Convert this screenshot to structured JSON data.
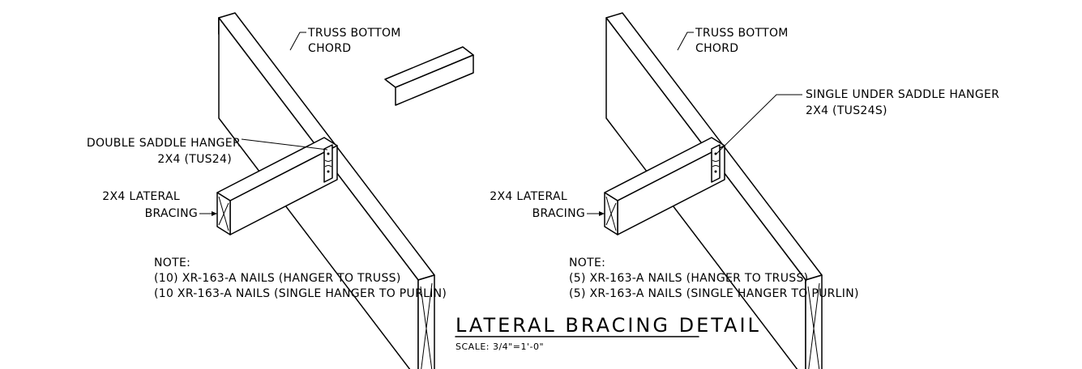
{
  "left_detail": {
    "label_chord_line1": "TRUSS BOTTOM",
    "label_chord_line2": "CHORD",
    "label_hanger_line1": "DOUBLE SADDLE HANGER",
    "label_hanger_line2": "2X4 (TUS24)",
    "label_bracing_line1": "2X4 LATERAL",
    "label_bracing_line2": "BRACING",
    "note_heading": "NOTE:",
    "note_line1": "(10) XR-163-A NAILS (HANGER TO TRUSS)",
    "note_line2": "(10 XR-163-A NAILS (SINGLE HANGER TO PURLIN)"
  },
  "right_detail": {
    "label_chord_line1": "TRUSS BOTTOM",
    "label_chord_line2": "CHORD",
    "label_hanger_line1": "SINGLE UNDER SADDLE HANGER",
    "label_hanger_line2": "2X4 (TUS24S)",
    "label_bracing_line1": "2X4 LATERAL",
    "label_bracing_line2": "BRACING",
    "note_heading": "NOTE:",
    "note_line1": "(5) XR-163-A NAILS (HANGER TO TRUSS)",
    "note_line2": "(5) XR-163-A NAILS (SINGLE HANGER TO PURLIN)"
  },
  "title": "LATERAL BRACING DETAIL",
  "scale": "SCALE: 3/4\"=1'-0\""
}
